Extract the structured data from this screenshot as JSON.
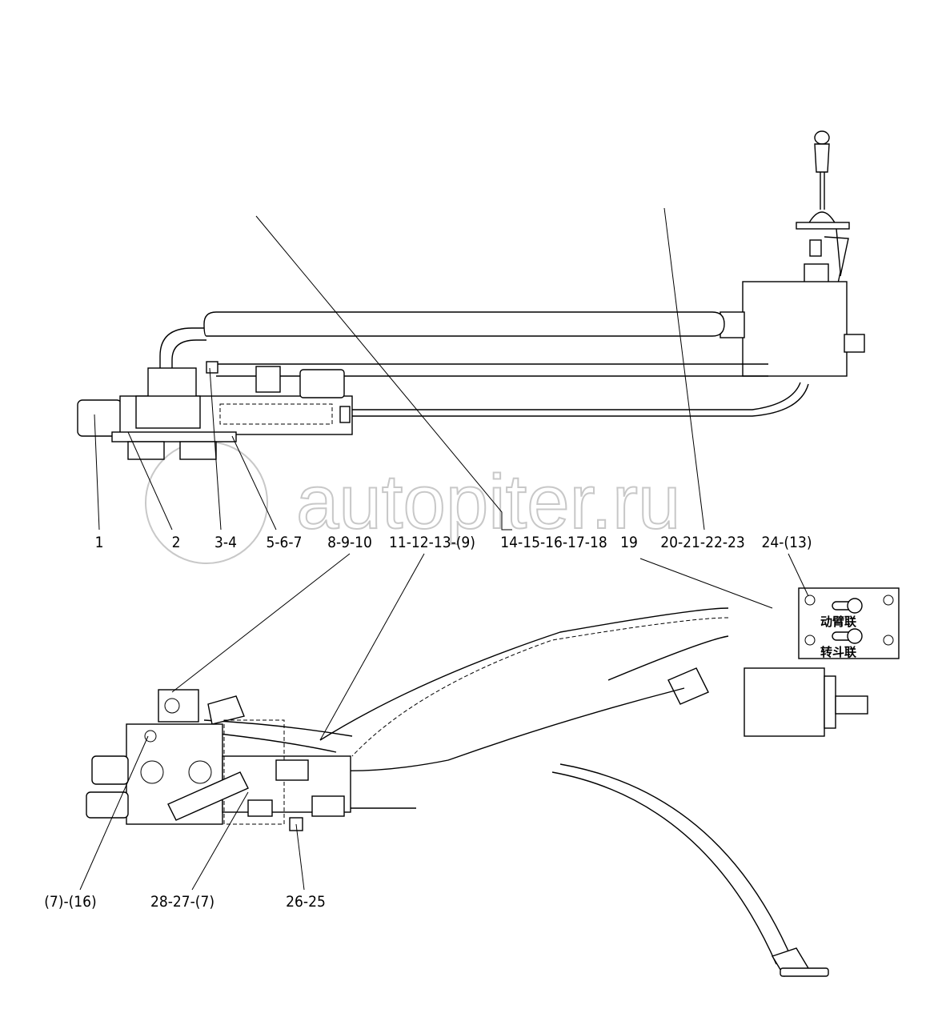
{
  "watermark": "autopiter.ru",
  "callouts_top": [
    "1",
    "2",
    "3-4",
    "5-6-7",
    "8-9-10",
    "11-12-13-(9)",
    "14-15-16-17-18",
    "19",
    "20-21-22-23",
    "24-(13)"
  ],
  "callouts_bottom": [
    "(7)-(16)",
    "28-27-(7)",
    "26-25"
  ],
  "panel": {
    "boom_label": "动臂联",
    "bucket_label": "转斗联"
  }
}
